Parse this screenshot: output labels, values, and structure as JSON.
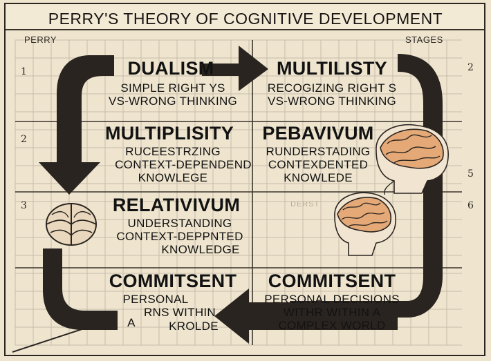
{
  "title": "PERRY'S THEORY OF COGNITIVE DEVELOPMENT",
  "corner_labels": {
    "left": "PERRY",
    "right": "STAGES"
  },
  "margin_numbers": {
    "left_top": "1",
    "left_mid": "2",
    "left_low": "3",
    "right_top": "2",
    "right_mid": "5",
    "right_low": "6"
  },
  "stages": {
    "dualism": {
      "heading": "DUALISM",
      "line1": "SIMPLE RIGHT YS",
      "line2": "VS-WRONG THINKING"
    },
    "multilisty": {
      "heading": "MULTILISTY",
      "line1": "RECOGIZING RIGHT S",
      "line2": "VS-WRONG THINKING"
    },
    "multiplisity": {
      "heading": "MULTIPLISITY",
      "line1": "RUCEESTRZING",
      "line2": "CONTEXT-DEPENDEND",
      "line3": "KNOWLEGE"
    },
    "pebavivum": {
      "heading": "PEBAVIVUM",
      "line1": "RUNDERSTADING",
      "line2": "CONTEXDENTED",
      "line3": "KNOWLEDE"
    },
    "relativivum": {
      "heading": "RELATIVIVUM",
      "line1": "UNDERSTANDING",
      "line2": "CONTEXT-DEPPNTED",
      "line3": "KNOWLEDGE"
    },
    "commitsent_left": {
      "heading": "COMMITSENT",
      "line1": "PERSONAL",
      "line2": "RNS WITHIN",
      "line3": "A",
      "line4": "KROLDE"
    },
    "commitsent_right": {
      "heading": "COMMITSENT",
      "line1": "PERSONAL DECISIONS",
      "line2": "WITHR WITHIN A",
      "line3": "COMPLEX WORLD"
    }
  },
  "ghost_text": "DERST",
  "colors": {
    "arrow": "#2a2420",
    "paper": "#efe5cf",
    "grid": "#a49c8c",
    "text": "#141414"
  },
  "icons": [
    "brain-profile-icon",
    "brain-profile-icon",
    "brain-top-icon"
  ]
}
